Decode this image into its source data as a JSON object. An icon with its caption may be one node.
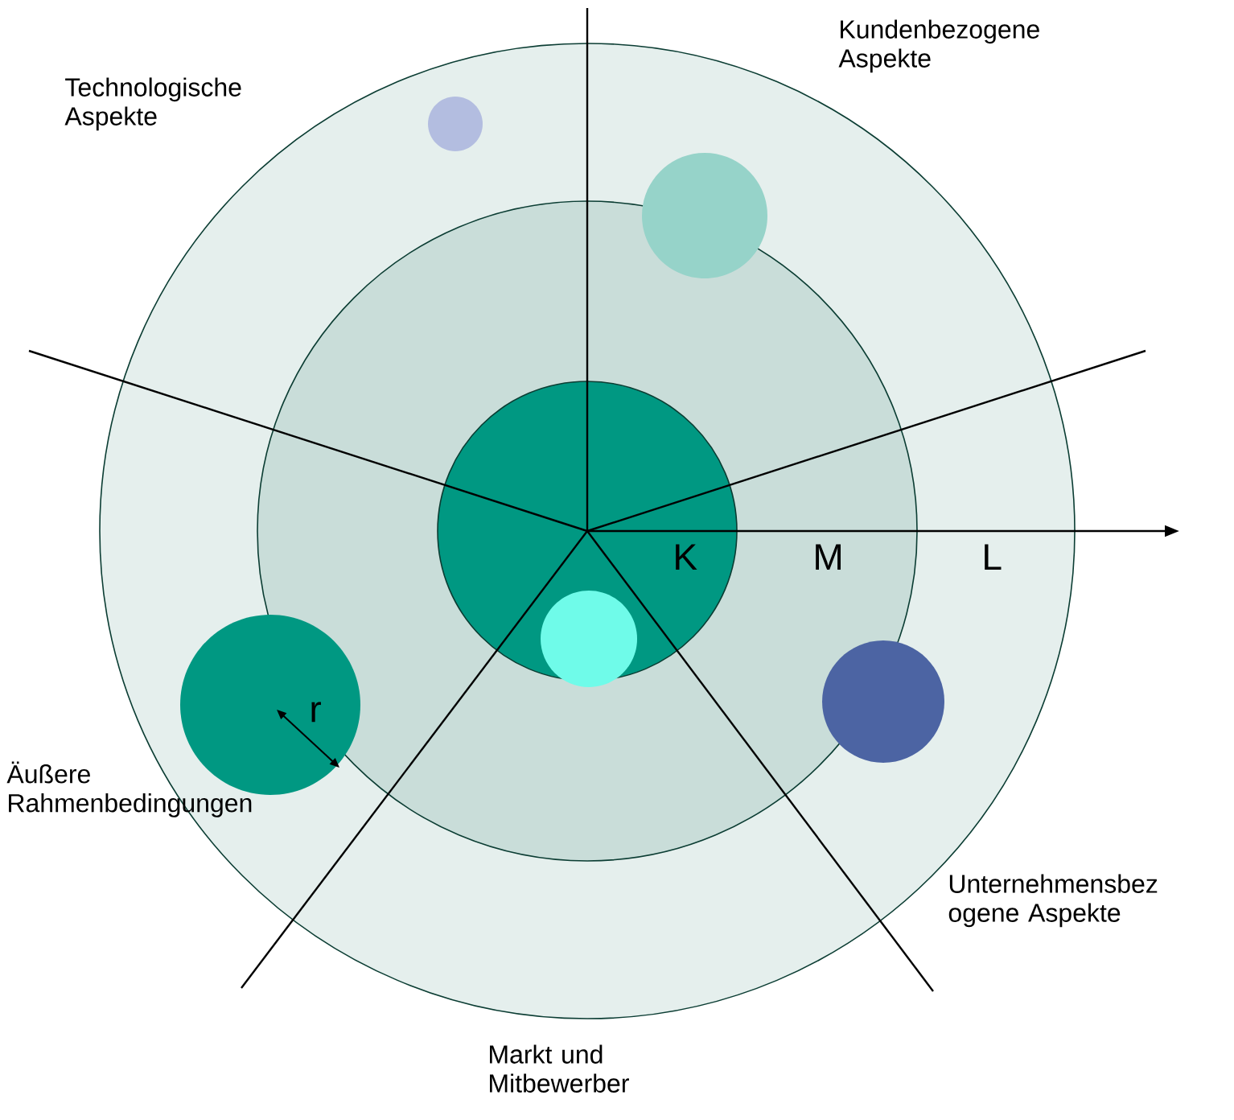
{
  "diagram": {
    "labels": [
      "Technologische Aspekte",
      "Kundenbezogene Aspekte",
      "K",
      "M",
      "L",
      "r",
      "Äußere Rahmenbedingungen",
      "Unternehmensbez ogene Aspekte",
      "Markt und Mitbewerber"
    ]
  }
}
